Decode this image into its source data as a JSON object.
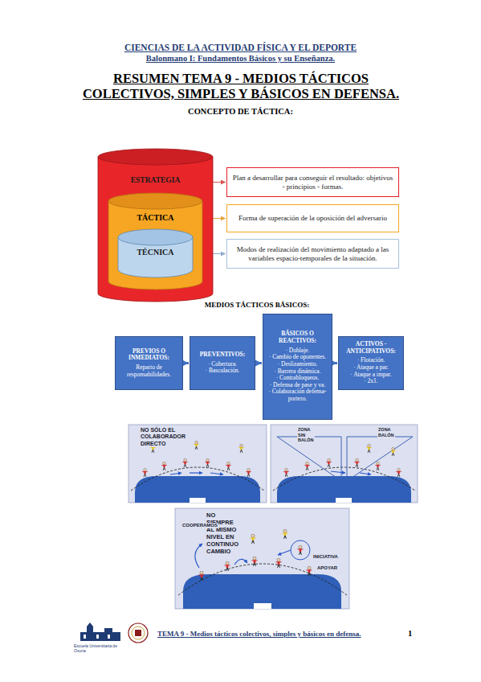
{
  "diagram": {
    "title": "RESUMEN TEMA 9 - MEDIOS TÁCTICOS COLECTIVOS, SIMPLES Y BÁSICOS EN DEFENSA.",
    "nodes": [
      {
        "text": [
          "ESTRATEGIA"
        ]
      },
      {
        "text": [
          "TÁCTICA"
        ],
        "in": 0
      },
      {
        "text": [
          "TÉCNICA"
        ],
        "in": 1
      },
      {
        "text": [
          "Plan a desarrollar para conseguir el resultado: objetivos - principios - formas."
        ]
      },
      {
        "text": [
          "Forma de superación de la oposición del adversario"
        ]
      },
      {
        "text": [
          "Modos de realización del movimiento adaptado a las variables espacio-temporales de la situación."
        ]
      },
      {
        "text": [
          "PREVIOS O INMEDIATOS:",
          "Reparto de responsabilidades."
        ]
      },
      {
        "text": [
          "PREVENTIVOS:",
          "· Cobertura.",
          "· Basculación."
        ]
      },
      {
        "text": [
          "BÁSICOS O REACTIVOS:",
          "· Doblaje.",
          "· Cambio de oponentes.",
          "· Deslizamiento.",
          "· Barrera dinámica.",
          "· Contrabloqueos.",
          "· Defensa de pase y va.",
          "· Colaboración defensa-portero."
        ]
      },
      {
        "text": [
          "ACTIVOS - ANTICIPATIVOS:",
          "· Flotación.",
          "· Ataque a par.",
          "· Ataque a impar.",
          "· 2x1."
        ]
      }
    ],
    "edges": [
      {
        "from": 0,
        "to": 3,
        "arrow": "to"
      },
      {
        "from": 1,
        "to": 4,
        "arrow": "to"
      },
      {
        "from": 2,
        "to": 5,
        "arrow": "to"
      },
      {
        "from": 6,
        "to": 7,
        "arrow": "to"
      },
      {
        "from": 7,
        "to": 8,
        "arrow": "to"
      },
      {
        "from": 8,
        "to": 9,
        "arrow": "to"
      }
    ],
    "labels": [
      "CIENCIAS DE LA ACTIVIDAD FÍSICA Y EL DEPORTE",
      "Balonmano I: Fundamentos Básicos y su Enseñanza.",
      "CONCEPTO DE TÁCTICA:",
      "MEDIOS TÁCTICOS BÁSICOS:",
      "NO SÓLO EL COLABORADOR DIRECTO",
      "ZONA SIN BALÓN",
      "ZONA BALÓN",
      "NO SIEMPRE AL MISMO NIVEL EN CONTINUO CAMBIO",
      "COOPERAMOS",
      "INICIATIVA",
      "APOYAR",
      "Escuela Universitaria de Osuna",
      "TEMA 9 - Medios tácticos colectivos, simples y básicos en defensa.",
      "1"
    ]
  }
}
